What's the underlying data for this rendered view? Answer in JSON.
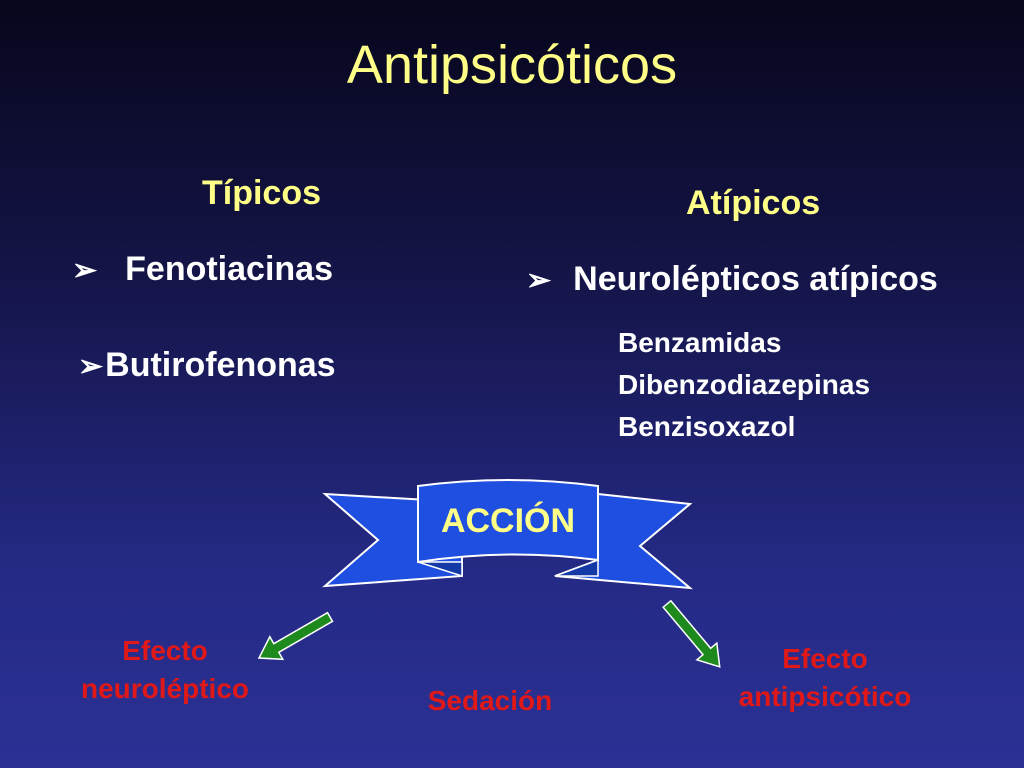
{
  "slide": {
    "title": "Antipsicóticos"
  },
  "typical": {
    "heading": "Típicos",
    "items": [
      "Fenotiacinas",
      "Butirofenonas"
    ]
  },
  "atypical": {
    "heading": "Atípicos",
    "bullet": "Neurolépticos atípicos",
    "subitems": [
      "Benzamidas",
      "Dibenzodiazepinas",
      "Benzisoxazol"
    ]
  },
  "banner": {
    "label": "ACCIÓN"
  },
  "effects": {
    "left": [
      "Efecto",
      "neuroléptico"
    ],
    "center": "Sedación",
    "right": [
      "Efecto",
      "antipsicótico"
    ]
  },
  "colors": {
    "title": "#ffff88",
    "effect_text": "#e01818",
    "banner_fill": "#1f4fe0",
    "arrow_fill": "#1e8a1e"
  },
  "icons": {
    "bullet": "arrowhead-bullet-icon",
    "arrows": "green-arrow-icon"
  }
}
